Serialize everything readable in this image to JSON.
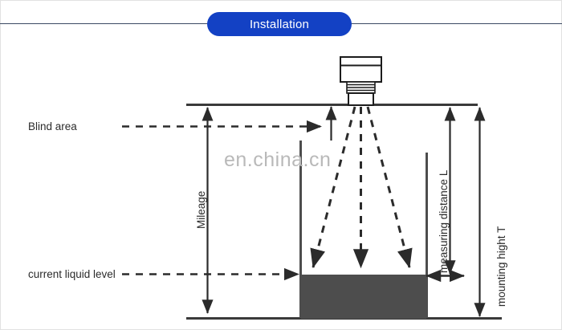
{
  "header": {
    "pill_label": "Installation",
    "pill_color": "#1341c4",
    "rule_color": "#3b4a63"
  },
  "watermark": {
    "text": "en.china.cn",
    "color": "#b9b9b9"
  },
  "diagram": {
    "title": "Installation",
    "labels": {
      "blind_area": "Blind area",
      "current_liquid_level": "current liquid level",
      "mileage": "Mileage",
      "measuring_distance": "measuring distance L",
      "mounting_height": "mounting hight T"
    },
    "colors": {
      "line": "#3a3a3a",
      "liquid_fill": "#4d4d4d",
      "sensor_stroke": "#1c1c1c",
      "text": "#2b2b2b"
    },
    "elements": {
      "sensor": "ultrasonic-level-sensor",
      "tank_top": "tank-top-wall",
      "tank_bottom": "tank-bottom-wall",
      "tank_left_wall": "tank-left-wall",
      "tank_right_wall": "tank-right-wall",
      "liquid_block": "liquid-body",
      "beams": "ultrasonic-beam-cone"
    }
  }
}
